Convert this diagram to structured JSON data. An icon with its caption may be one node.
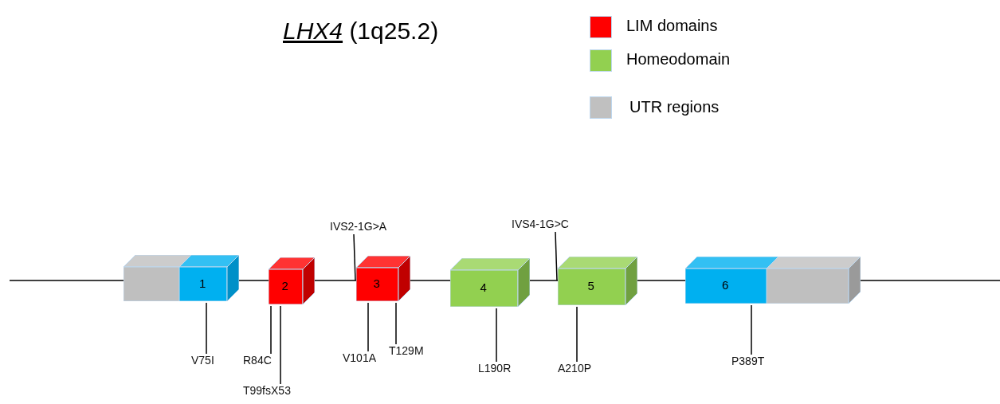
{
  "diagram": {
    "title": "*LHX4* (1q25.2)",
    "nodes": [
      {
        "text": [],
        "shape": "box"
      },
      {
        "text": [
          "1"
        ]
      },
      {
        "text": [
          "2"
        ]
      },
      {
        "text": [
          "3"
        ]
      },
      {
        "text": [
          "4"
        ]
      },
      {
        "text": [
          "5"
        ]
      },
      {
        "text": [
          "6"
        ]
      },
      {
        "text": [],
        "shape": "box"
      },
      {
        "text": [
          "IVS2-1G>A"
        ]
      },
      {
        "text": [
          "IVS4-1G>C"
        ]
      },
      {
        "text": [
          "V75I"
        ]
      },
      {
        "text": [
          "R84C"
        ]
      },
      {
        "text": [
          "T99fsX53"
        ]
      },
      {
        "text": [
          "V101A"
        ]
      },
      {
        "text": [
          "T129M"
        ]
      },
      {
        "text": [
          "L190R"
        ]
      },
      {
        "text": [
          "A210P"
        ]
      },
      {
        "text": [
          "P389T"
        ]
      }
    ],
    "edges": [
      {
        "from": null,
        "to": 0,
        "arrow": "none"
      },
      {
        "from": 1,
        "to": 2,
        "arrow": "none"
      },
      {
        "from": 2,
        "to": 3,
        "arrow": "none"
      },
      {
        "from": 3,
        "to": 4,
        "arrow": "none"
      },
      {
        "from": 4,
        "to": 5,
        "arrow": "none"
      },
      {
        "from": 5,
        "to": 6,
        "arrow": "none"
      },
      {
        "from": 7,
        "to": null,
        "arrow": "none"
      },
      {
        "from": 8,
        "to": 3,
        "arrow": "none"
      },
      {
        "from": 9,
        "to": 5,
        "arrow": "none"
      },
      {
        "from": 10,
        "to": 1,
        "arrow": "none"
      },
      {
        "from": 11,
        "to": 2,
        "arrow": "none"
      },
      {
        "from": 12,
        "to": 2,
        "arrow": "none"
      },
      {
        "from": 13,
        "to": 3,
        "arrow": "none"
      },
      {
        "from": 14,
        "to": 3,
        "arrow": "none"
      },
      {
        "from": 15,
        "to": 4,
        "arrow": "none"
      },
      {
        "from": 16,
        "to": 5,
        "arrow": "none"
      },
      {
        "from": 17,
        "to": 6,
        "arrow": "none"
      }
    ],
    "legend": [
      {
        "text": "LIM domains",
        "color": "#ff0000"
      },
      {
        "text": "Homeodomain",
        "color": "#92d050"
      },
      {
        "text": "UTR regions",
        "color": "#c0c0c0"
      }
    ]
  }
}
